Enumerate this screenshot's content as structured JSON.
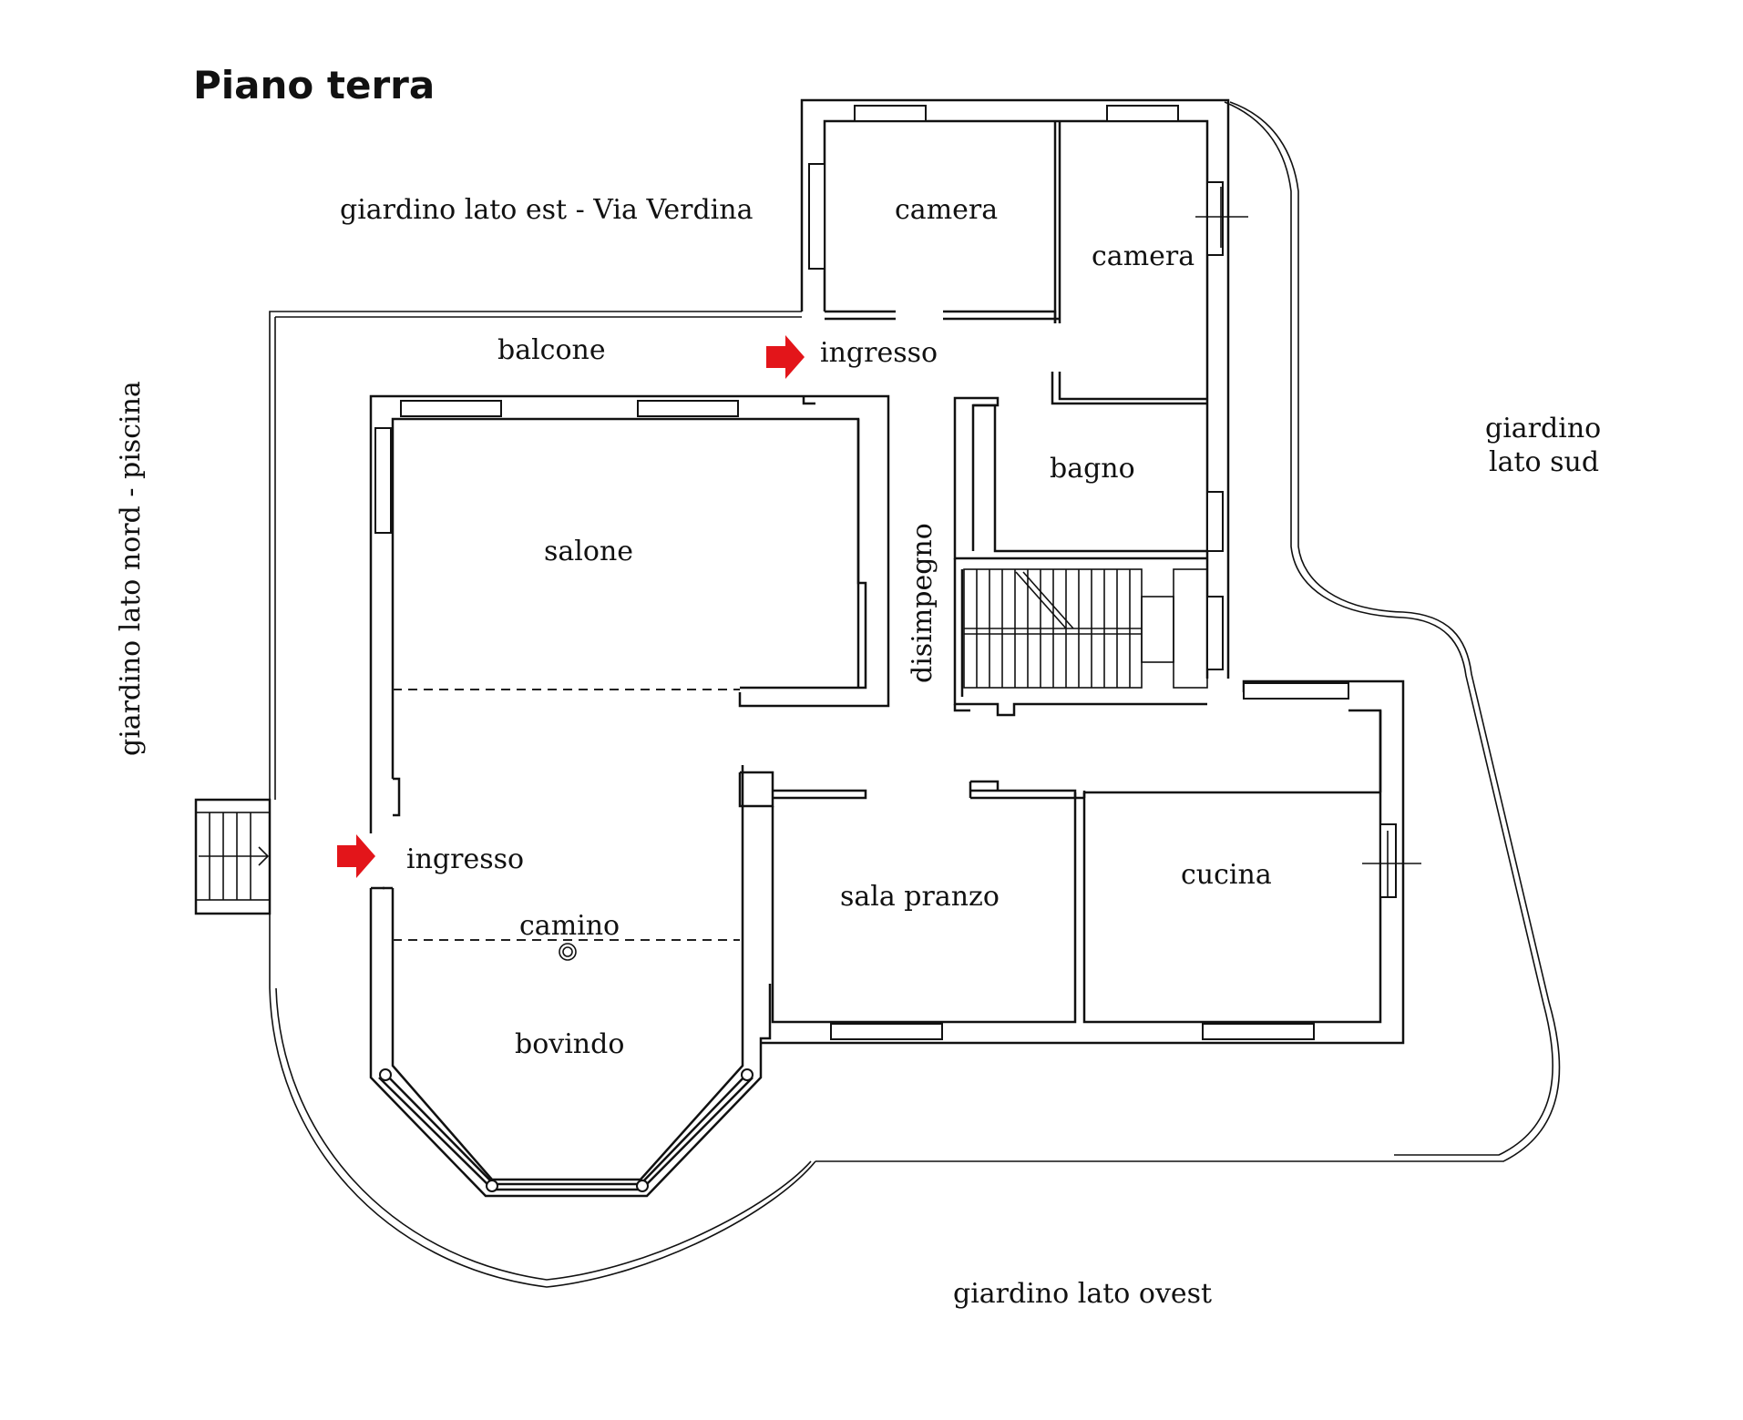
{
  "title": "Piano terra",
  "labels": {
    "garden_east": "giardino lato est - Via Verdina",
    "garden_north": "giardino lato nord - piscina",
    "garden_south_1": "giardino",
    "garden_south_2": "lato sud",
    "garden_west": "giardino lato ovest",
    "balcony": "balcone",
    "entrance_top": "ingresso",
    "entrance_left": "ingresso",
    "bedroom_1": "camera",
    "bedroom_2": "camera",
    "bathroom": "bagno",
    "hallway": "disimpegno",
    "living_room": "salone",
    "fireplace": "camino",
    "bay_window": "bovindo",
    "dining_room": "sala pranzo",
    "kitchen": "cucina"
  },
  "colors": {
    "walls": "#111111",
    "entrance_arrow": "#e3151a",
    "background": "#ffffff"
  }
}
